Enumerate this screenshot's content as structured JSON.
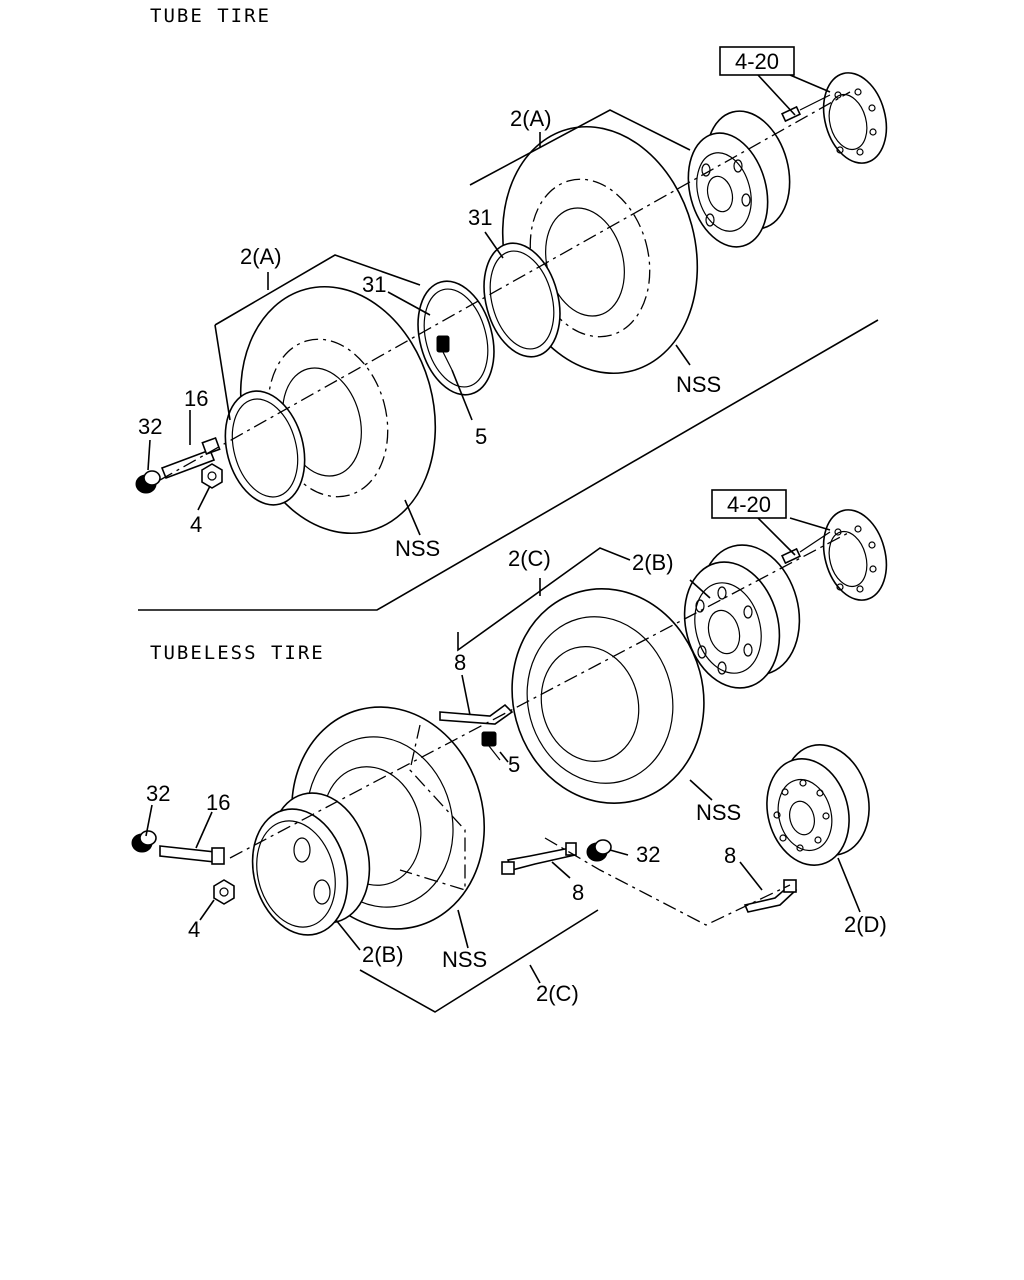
{
  "sections": {
    "tube_title": "TUBE TIRE",
    "tubeless_title": "TUBELESS TIRE"
  },
  "ref_boxes": {
    "upper": "4-20",
    "lower": "4-20"
  },
  "labels": {
    "tube": {
      "rim_tire_outer": "2(A)",
      "rim_tire_inner": "2(A)",
      "flap_outer": "31",
      "flap_inner": "31",
      "bolt": "16",
      "cap_nut": "32",
      "nut": "4",
      "valve": "5",
      "nss_front": "NSS",
      "nss_rear": "NSS"
    },
    "tubeless": {
      "tire_top": "2(C)",
      "wheel_rear": "2(B)",
      "valve_ext_top": "8",
      "valve": "5",
      "nss_rear": "NSS",
      "cap_nut_left": "32",
      "bolt": "16",
      "nut": "4",
      "wheel_front": "2(B)",
      "nss_front": "NSS",
      "tire_bottom": "2(C)",
      "cap_nut_right": "32",
      "valve_ext_mid": "8",
      "valve_ext_right": "8",
      "wheel_alloy": "2(D)"
    }
  }
}
